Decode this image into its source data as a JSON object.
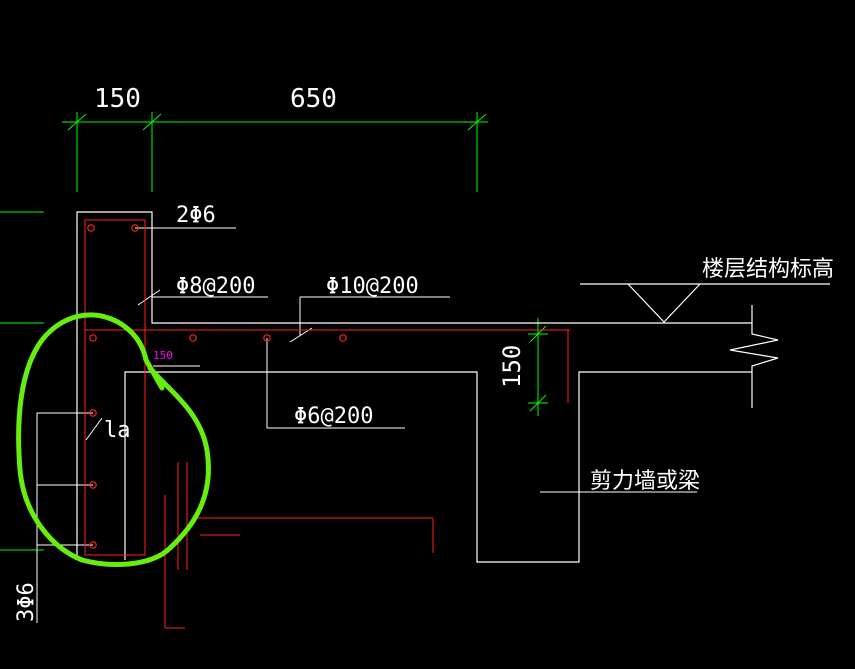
{
  "drawing": {
    "dims": {
      "d150_top": "150",
      "d650": "650",
      "d150_side": "150",
      "d150_small": "150"
    },
    "labels": {
      "top_rebar": "2Φ6",
      "stirrup": "Φ8@200",
      "slab_top": "Φ10@200",
      "slab_dist": "Φ6@200",
      "floor_level": "楼层结构标高",
      "wall_or_beam": "剪力墙或梁",
      "la": "la",
      "side_rebar": "3Φ6"
    },
    "colors": {
      "background": "#000000",
      "outline": "#ffffff",
      "dimension": "#00ff00",
      "rebar": "#ff2020",
      "highlight": "#66ee11",
      "small_text": "#ff00ff"
    }
  }
}
